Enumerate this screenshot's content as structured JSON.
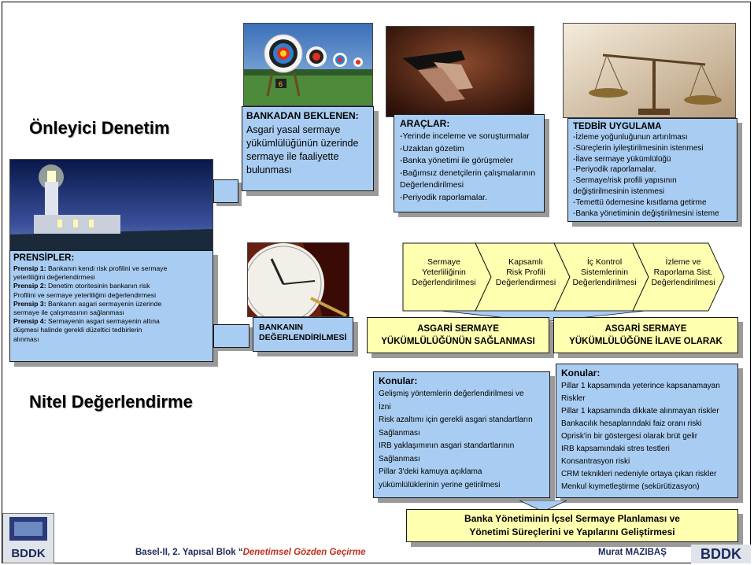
{
  "headings": {
    "onleyici": "Önleyici Denetim",
    "nitel": "Nitel Değerlendirme"
  },
  "boxes": {
    "bankadan": {
      "title": "BANKADAN BEKLENEN:",
      "lines": [
        "Asgari yasal sermaye",
        "yükümlülüğünün üzerinde",
        "sermaye ile faaliyette",
        "bulunması"
      ]
    },
    "araclar": {
      "title": "ARAÇLAR:",
      "lines": [
        "-Yerinde inceleme ve soruşturmalar",
        "-Uzaktan gözetim",
        "-Banka yönetimi ile görüşmeler",
        "-Bağımsız denetçilerin çalışmalarının",
        "Değerlendirilmesi",
        "-Periyodik raporlamalar."
      ]
    },
    "tedbir": {
      "title": "TEDBİR UYGULAMA",
      "lines": [
        "-İzleme yoğunluğunun artırılması",
        "-Süreçlerin iyileştirilmesinin istenmesi",
        "-İlave sermaye yükümlülüğü",
        "-Periyodik raporlamalar.",
        "-Sermaye/risk profili yapısının",
        "değiştirilmesinin istenmesi",
        "-Temettü ödemesine kısıtlama getirme",
        "-Banka yönetiminin değiştirilmesini isteme"
      ]
    },
    "prensipler": {
      "title": "PRENSİPLER:",
      "items": [
        {
          "label": "Prensip 1:",
          "text1": " Bankanın kendi risk profilini ve sermaye",
          "text2": "yeterliliğini değerlendirmesi"
        },
        {
          "label": "Prensip 2:",
          "text1": " Denetim otoritesinin bankanın risk",
          "text2": "Profilini ve sermaye yeterliliğini değerlendirmesi"
        },
        {
          "label": "Prensip 3:",
          "text1": " Bankanın asgari sermayenin üzerinde",
          "text2": "sermaye ile çalışmasının sağlanması"
        },
        {
          "label": "Prensip 4:",
          "text1": " Sermayenin asgari sermayenin altına",
          "text2": "düşmesi halinde gerekli düzeltici tedbirlerin",
          "text3": " alınması"
        }
      ]
    },
    "bankanin": {
      "line1": "BANKANIN",
      "line2": "DEĞERLENDİRİLMESİ"
    },
    "asgari1": {
      "line1": "ASGARİ SERMAYE",
      "line2": "YÜKÜMLÜLÜĞÜNÜN SAĞLANMASI"
    },
    "asgari2": {
      "line1": "ASGARİ SERMAYE",
      "line2": "YÜKÜMLÜLÜĞÜNE İLAVE OLARAK"
    },
    "konular1": {
      "title": "Konular:",
      "lines": [
        "Gelişmiş yöntemlerin değerlendirilmesi ve",
        "İzni",
        "Risk azaltımı için gerekli asgari standartların",
        "Sağlanması",
        "IRB yaklaşımının asgari standartlarının",
        "Sağlanması",
        "Pillar 3'deki kamuya açıklama",
        "yükümlülüklerinin yerine getirilmesi"
      ]
    },
    "konular2": {
      "title": "Konular:",
      "lines": [
        "Pillar 1 kapsamında yeterince  kapsanamayan",
        "Riskler",
        "Pillar 1 kapsamında dikkate alınmayan riskler",
        "Bankacılık hesaplarındaki faiz oranı riski",
        "Oprisk'in bir göstergesi olarak brüt gelir",
        "IRB kapsamındaki stres testleri",
        "Konsantrasyon riski",
        "CRM teknikleri nedeniyle ortaya çıkan riskler",
        "Menkul kıymetleştirme (sekürütizasyon)"
      ]
    },
    "banka_yonetimi": {
      "line1": "Banka Yönetiminin İçsel Sermaye Planlaması ve",
      "line2": "Yönetimi Süreçlerini ve Yapılarını Geliştirmesi"
    }
  },
  "chevrons": [
    {
      "l1": "Sermaye",
      "l2": "Yeterliliğinin",
      "l3": "Değerlendirilmesi"
    },
    {
      "l1": "Kapsamlı",
      "l2": "Risk Profili",
      "l3": "Değerlendirmesi"
    },
    {
      "l1": "İç Kontrol",
      "l2": "Sistemlerinin",
      "l3": "Değerlendirilmesi"
    },
    {
      "l1": "İzleme ve",
      "l2": "Raporlama Sist.",
      "l3": "Değerlendirilmesi"
    }
  ],
  "footer": {
    "prefix": "Basel-II, 2. Yapısal Blok “",
    "italic": "Denetimsel Gözden Geçirme",
    "author": "Murat MAZIBAŞ",
    "logo": "BDDK"
  },
  "photos": [
    "target-archery-photo",
    "hand-gun-photo",
    "scales-photo",
    "lighthouse-photo",
    "clock-photo"
  ],
  "colors": {
    "box_blue": "#a9cdf2",
    "box_yellow": "#ffffb0",
    "shadow": "#9a9a9a",
    "footer_text": "#1c2a5a"
  }
}
